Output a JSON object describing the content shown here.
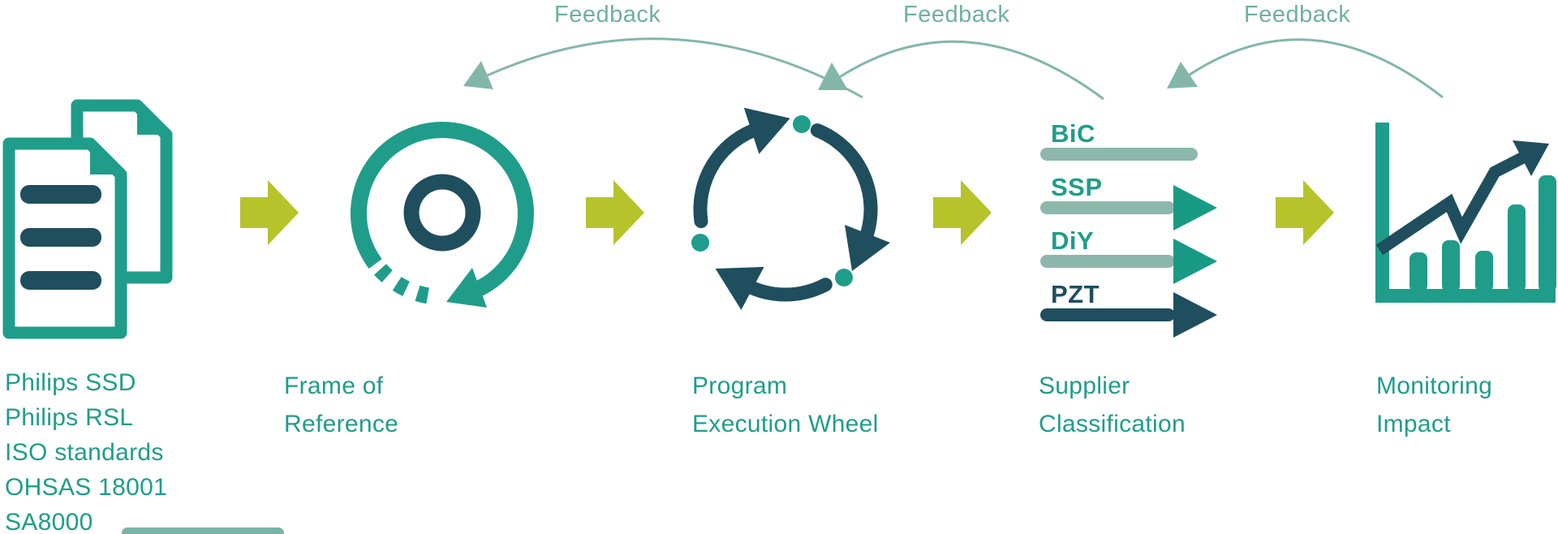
{
  "palette": {
    "teal": "#1f9d8a",
    "dark_slate": "#1f4e5e",
    "accent_yellow_green": "#b6c32b",
    "sage": "#8cb8ab",
    "feedback_green": "#7fb3a6"
  },
  "feedback": {
    "labels": [
      "Feedback",
      "Feedback",
      "Feedback"
    ]
  },
  "stages": [
    {
      "name": "standards-documents",
      "label_lines": [
        "Philips SSD",
        "Philips RSL",
        "ISO standards",
        "OHSAS 18001",
        "SA8000"
      ]
    },
    {
      "name": "frame-of-reference",
      "label_lines": [
        "Frame of",
        "Reference"
      ]
    },
    {
      "name": "program-execution-wheel",
      "label_lines": [
        "Program",
        "Execution Wheel"
      ]
    },
    {
      "name": "supplier-classification",
      "label_lines": [
        "Supplier",
        "Classification"
      ],
      "classifications": [
        {
          "code": "BiC"
        },
        {
          "code": "SSP"
        },
        {
          "code": "DiY"
        },
        {
          "code": "PZT"
        }
      ]
    },
    {
      "name": "monitoring-impact",
      "label_lines": [
        "Monitoring",
        "Impact"
      ]
    }
  ]
}
